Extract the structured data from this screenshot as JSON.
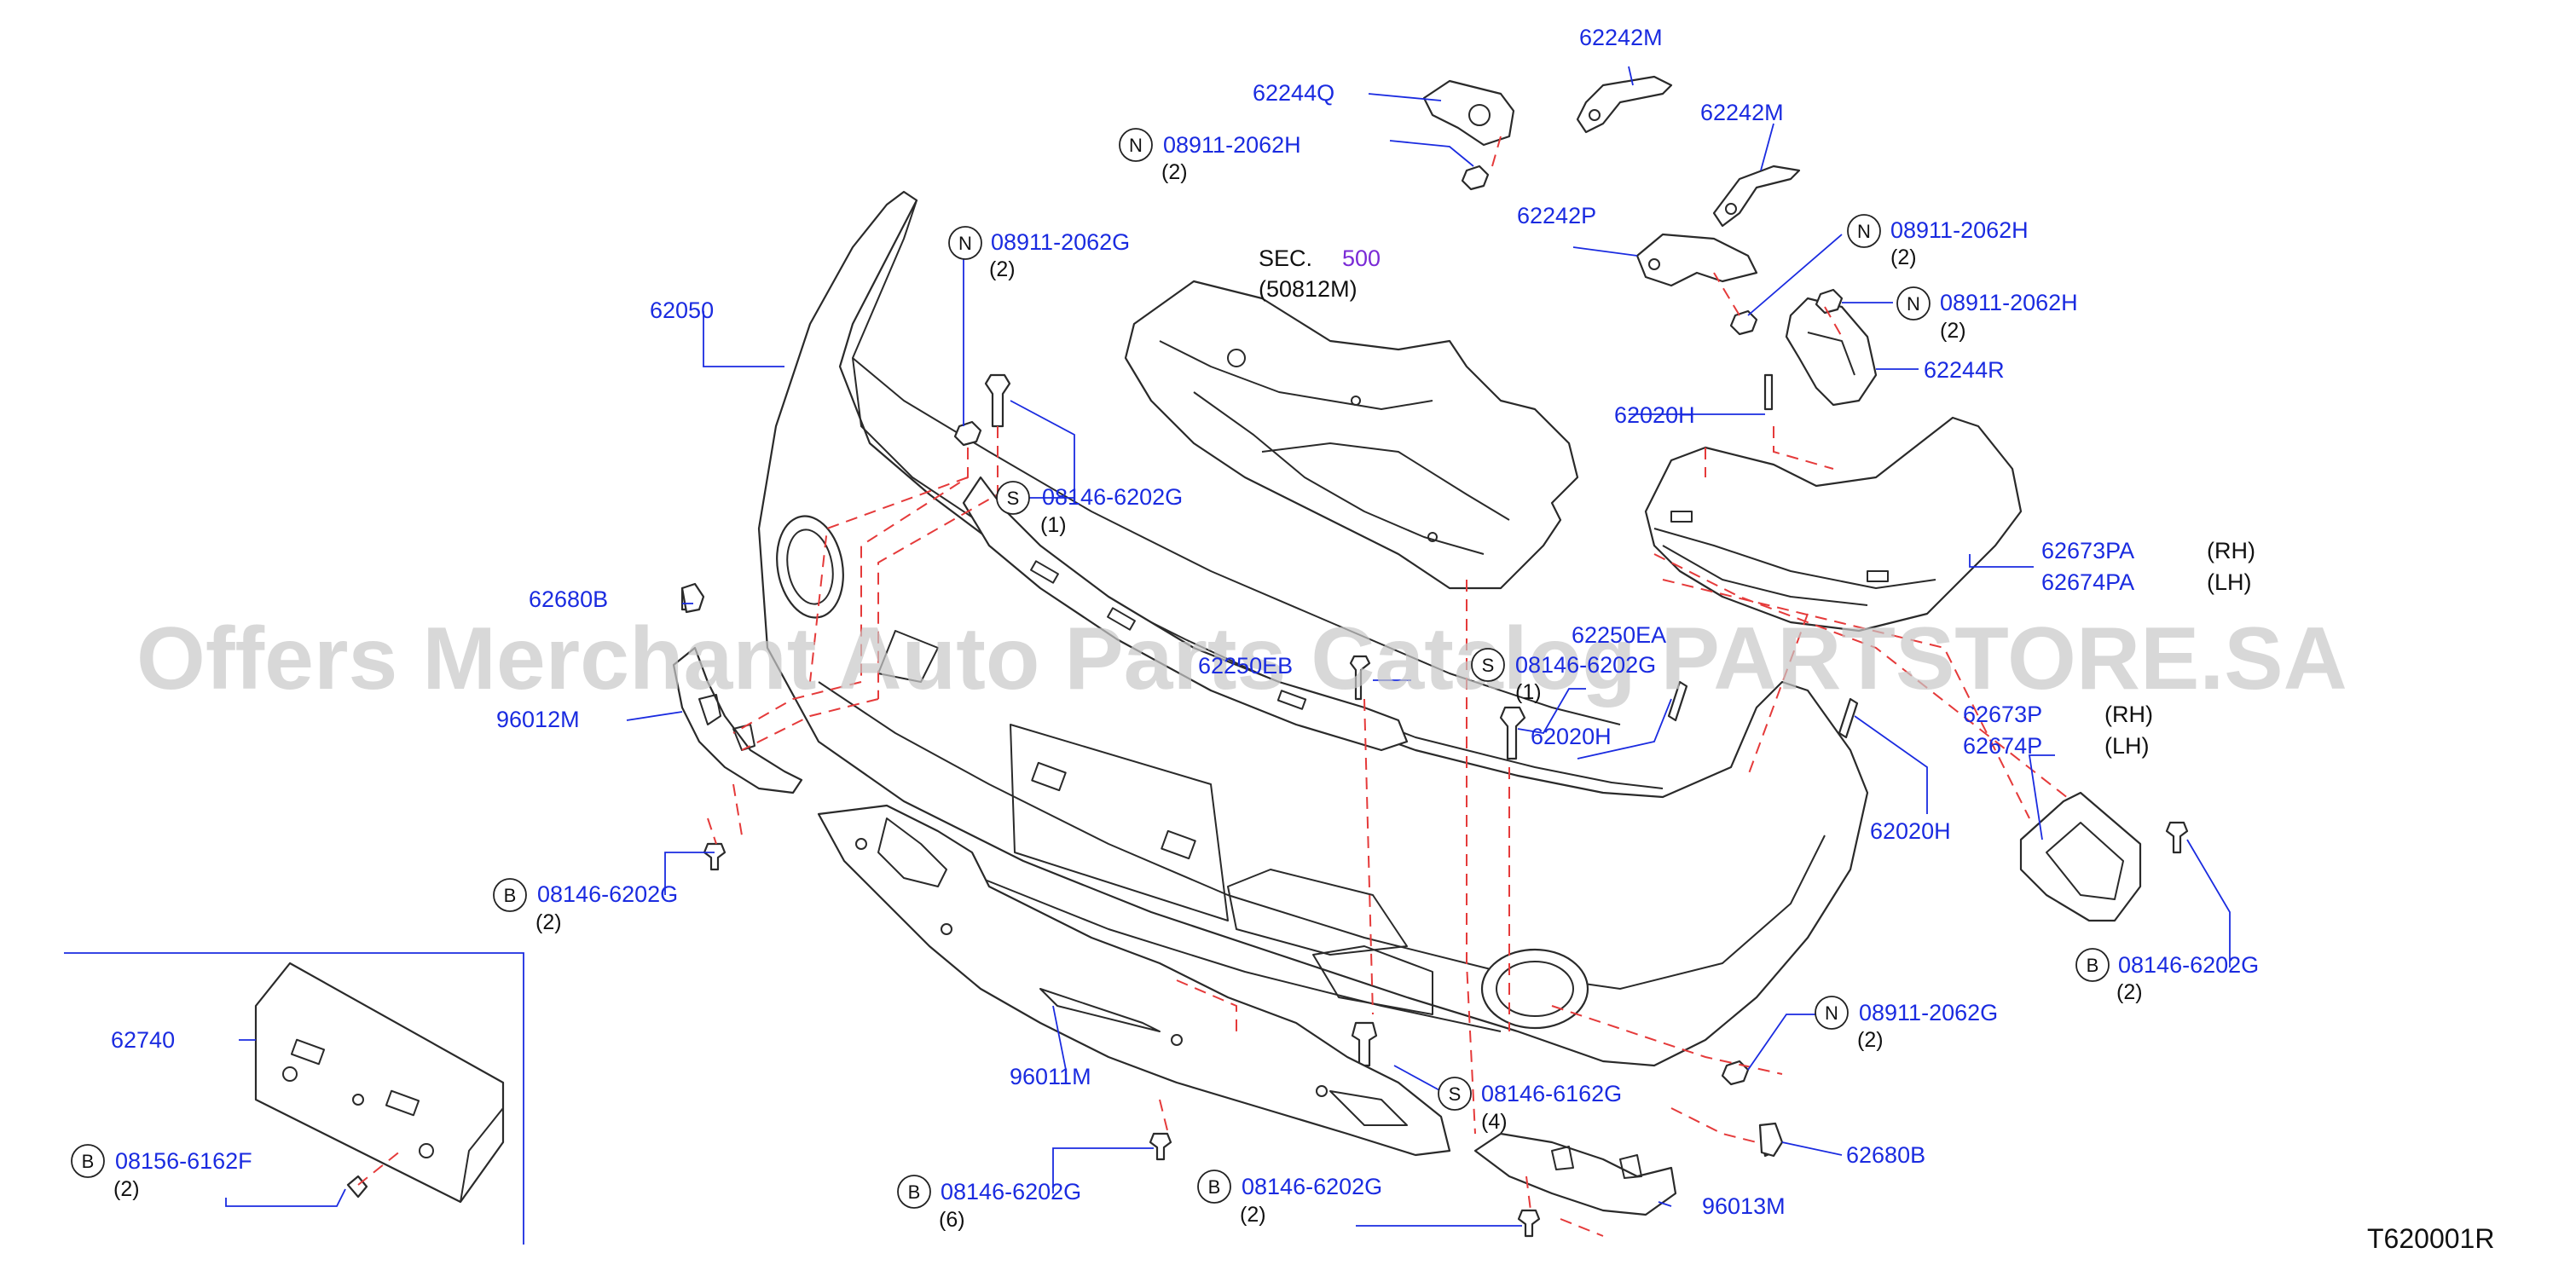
{
  "diagram": {
    "section": {
      "prefix": "SEC.",
      "number": "500",
      "sub": "(50812M)"
    },
    "reference": "T620001R",
    "watermark": "Offers Merchant Auto Parts Catalog PARTSTORE.SA",
    "colors": {
      "part_number": "#1a2be0",
      "section_link": "#7a2ad6",
      "ghost_line": "#e53a3a",
      "watermark": "#c8c8c8"
    },
    "labels": {
      "p62242M_a": "62242M",
      "p62244Q": "62244Q",
      "n08911_2062H_a": "08911-2062H",
      "q08911_2062H_a": "(2)",
      "p62242M_b": "62242M",
      "p62242P": "62242P",
      "n08911_2062H_b": "08911-2062H",
      "q08911_2062H_b": "(2)",
      "n08911_2062H_c": "08911-2062H",
      "q08911_2062H_c": "(2)",
      "p62244R": "62244R",
      "p62020H_a": "62020H",
      "n08911_2062G_a": "08911-2062G",
      "q08911_2062G_a": "(2)",
      "p62050": "62050",
      "s08146_6202G_a": "08146-6202G",
      "q08146_6202G_a": "(1)",
      "p62673PA": "62673PA",
      "p62674PA": "62674PA",
      "rh_a": "(RH)",
      "lh_a": "(LH)",
      "p62680B_a": "62680B",
      "p62250EA": "62250EA",
      "p62250EB": "62250EB",
      "s08146_6202G_b": "08146-6202G",
      "q08146_6202G_b": "(1)",
      "p96012M": "96012M",
      "p62020H_b": "62020H",
      "p62673P": "62673P",
      "p62674P": "62674P",
      "rh_b": "(RH)",
      "lh_b": "(LH)",
      "p62020H_c": "62020H",
      "b08146_6202G_a": "08146-6202G",
      "q08146_6202G_c": "(2)",
      "b08146_6202G_b": "08146-6202G",
      "q08146_6202G_d": "(2)",
      "p62740": "62740",
      "n08911_2062G_b": "08911-2062G",
      "q08911_2062G_b": "(2)",
      "p96011M": "96011M",
      "s08146_6162G": "08146-6162G",
      "q08146_6162G": "(4)",
      "b08156_6162F": "08156-6162F",
      "q08156_6162F": "(2)",
      "b08146_6202G_c": "08146-6202G",
      "q08146_6202G_e": "(6)",
      "b08146_6202G_d": "08146-6202G",
      "q08146_6202G_f": "(2)",
      "p62680B_b": "62680B",
      "p96013M": "96013M"
    },
    "prefix_codes": {
      "N": "N",
      "S": "S",
      "B": "B"
    }
  }
}
